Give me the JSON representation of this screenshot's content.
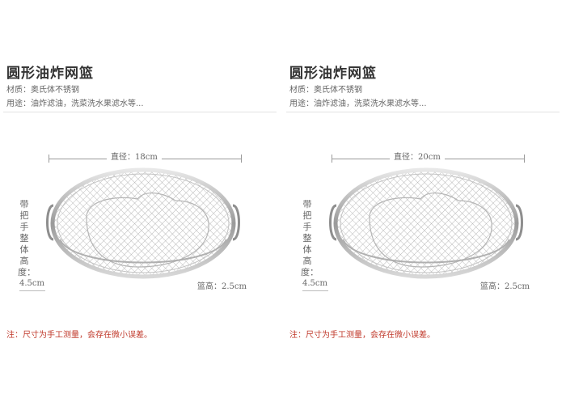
{
  "panels": [
    {
      "title": "圆形油炸网篮",
      "material": "材质：奥氏体不锈钢",
      "usage": "用途：油炸滤油，洗菜洗水果滤水等...",
      "diameter_label": "直径：18cm",
      "handle_height_label": "带把手整体高度：",
      "handle_height_value": "4.5cm",
      "basket_height_label": "篮高：2.5cm",
      "note": "注：尺寸为手工测量，会存在微小误差。"
    },
    {
      "title": "圆形油炸网篮",
      "material": "材质：奥氏体不锈钢",
      "usage": "用途：油炸滤油，洗菜洗水果滤水等...",
      "diameter_label": "直径：20cm",
      "handle_height_label": "带把手整体高度：",
      "handle_height_value": "4.5cm",
      "basket_height_label": "篮高：2.5cm",
      "note": "注：尺寸为手工测量，会存在微小误差。"
    }
  ],
  "colors": {
    "note": "#c0392b",
    "steel": "#a8a8a8",
    "text": "#333333"
  },
  "icons": [
    "mesh-basket-image"
  ]
}
